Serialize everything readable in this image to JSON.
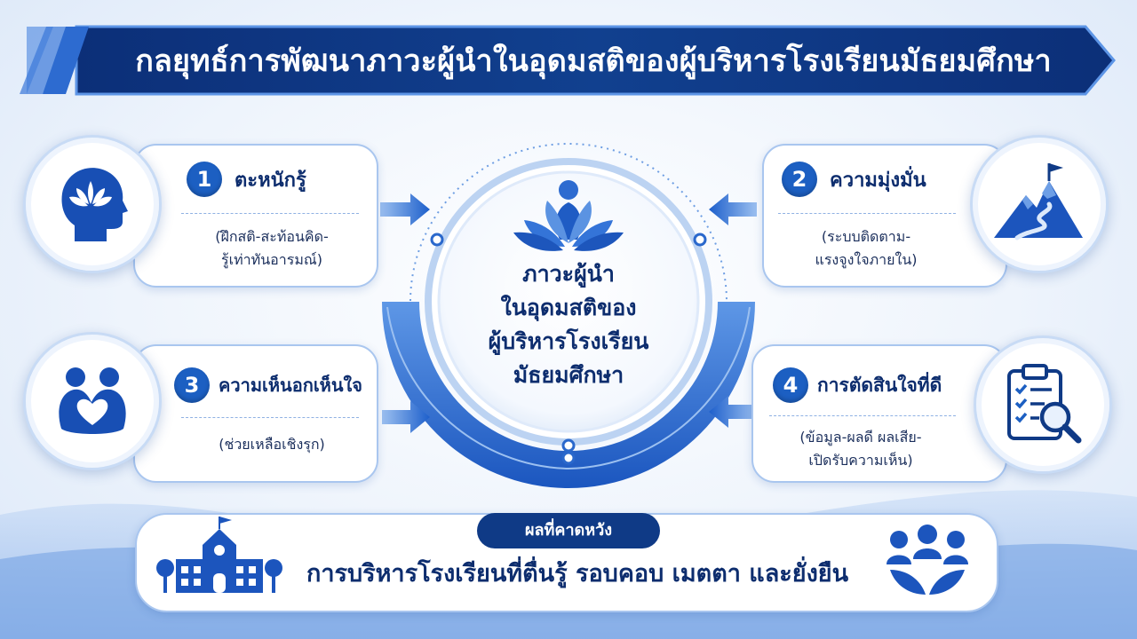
{
  "title": "กลยุทธ์การพัฒนาภาวะผู้นำในอุดมสติของผู้บริหารโรงเรียนมัธยมศึกษา",
  "center": {
    "lines": [
      "ภาวะผู้นำ",
      "ในอุดมสติของ",
      "ผู้บริหารโรงเรียน",
      "มัธยมศึกษา"
    ]
  },
  "cards": [
    {
      "number": "1",
      "title": "ตะหนักรู้",
      "desc": [
        "(ฝึกสติ-สะท้อนคิด-",
        "รู้เท่าทันอารมณ์)"
      ],
      "icon": "head-lotus-icon"
    },
    {
      "number": "2",
      "title": "ความมุ่งมั่น",
      "desc": [
        "(ระบบติดตาม-",
        "แรงจูงใจภายใน)"
      ],
      "icon": "mountain-flag-icon"
    },
    {
      "number": "3",
      "title": "ความเห็นอกเห็นใจ",
      "desc": [
        "(ช่วยเหลือเชิงรุก)"
      ],
      "icon": "people-heart-icon"
    },
    {
      "number": "4",
      "title": "การตัดสินใจที่ดี",
      "desc": [
        "(ข้อมูล-ผลดี ผลเสีย-",
        "เปิดรับความเห็น)"
      ],
      "icon": "clipboard-search-icon"
    }
  ],
  "outcome": {
    "label": "ผลที่คาดหวัง",
    "text": "การบริหารโรงเรียนที่ตื่นรู้ รอบคอบ เมตตา และยั่งยืน",
    "left_icon": "school-building-icon",
    "right_icon": "team-leaves-icon"
  },
  "colors": {
    "primary": "#1c5fc2",
    "dark": "#0f3a86",
    "text": "#0d2d6e"
  }
}
